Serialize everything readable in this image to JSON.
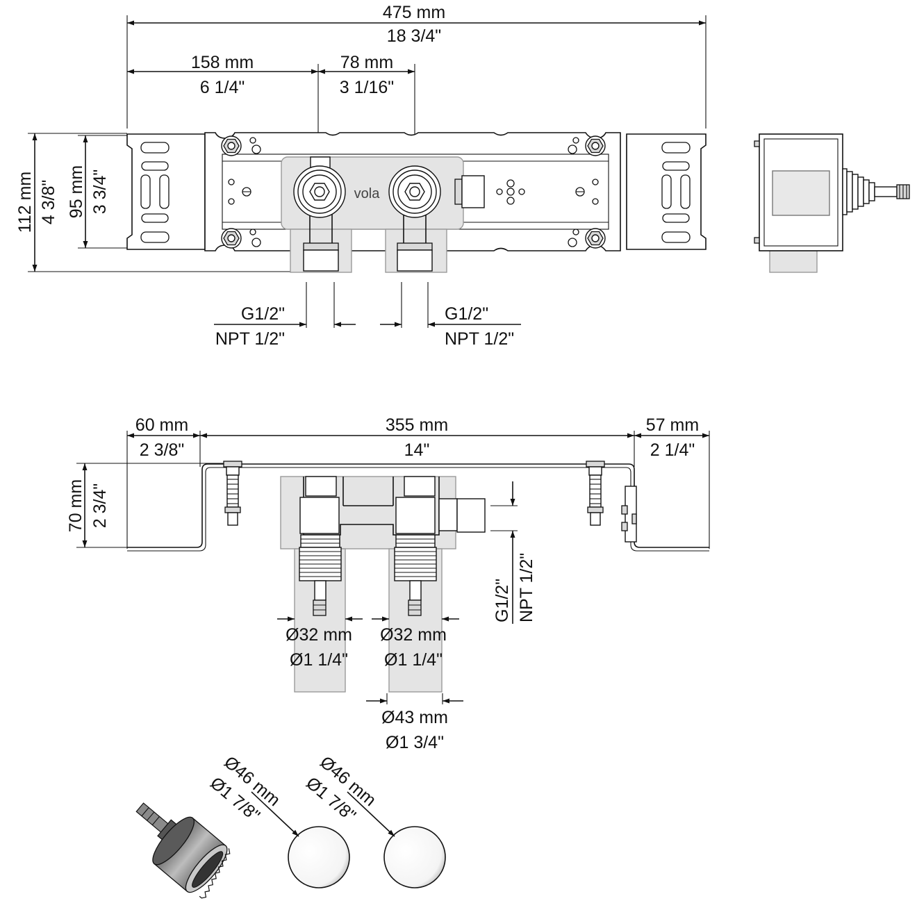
{
  "brand": "vola",
  "front_view": {
    "overall_width_mm": "475 mm",
    "overall_width_in": "18 3/4\"",
    "offset_mm": "158 mm",
    "offset_in": "6 1/4\"",
    "spacing_mm": "78 mm",
    "spacing_in": "3 1/16\"",
    "height_mm": "112 mm",
    "height_in": "4 3/8\"",
    "inner_height_mm": "95 mm",
    "inner_height_in": "3 3/4\"",
    "left_conn_thread": "G1/2\"",
    "left_conn_npt": "NPT 1/2\"",
    "right_conn_thread": "G1/2\"",
    "right_conn_npt": "NPT 1/2\""
  },
  "top_view": {
    "left_mm": "60 mm",
    "left_in": "2 3/8\"",
    "center_mm": "355 mm",
    "center_in": "14\"",
    "right_mm": "57 mm",
    "right_in": "2 1/4\"",
    "depth_mm": "70 mm",
    "depth_in": "2 3/4\"",
    "side_thread": "G1/2\"",
    "side_npt": "NPT 1/2\"",
    "sleeve1_mm": "Ø32 mm",
    "sleeve1_in": "Ø1 1/4\"",
    "sleeve2_mm": "Ø32 mm",
    "sleeve2_in": "Ø1 1/4\"",
    "bore_mm": "Ø43 mm",
    "bore_in": "Ø1 3/4\""
  },
  "holes": {
    "hole1_mm": "Ø46 mm",
    "hole1_in": "Ø1 7/8\"",
    "hole2_mm": "Ø46 mm",
    "hole2_in": "Ø1 7/8\""
  }
}
